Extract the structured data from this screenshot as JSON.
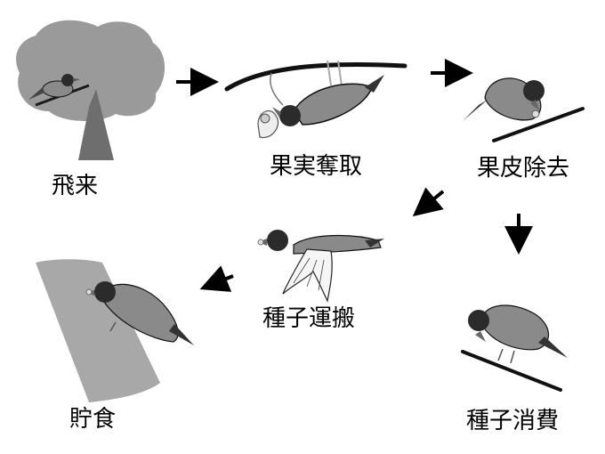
{
  "diagram": {
    "stages": [
      {
        "id": "arrival",
        "label": "飛来"
      },
      {
        "id": "fruit-taking",
        "label": "果実奪取"
      },
      {
        "id": "peel-removal",
        "label": "果皮除去"
      },
      {
        "id": "seed-transport",
        "label": "種子運搬"
      },
      {
        "id": "seed-consumption",
        "label": "種子消費"
      },
      {
        "id": "caching",
        "label": "貯食"
      }
    ],
    "flows": [
      {
        "from": "arrival",
        "to": "fruit-taking"
      },
      {
        "from": "fruit-taking",
        "to": "peel-removal"
      },
      {
        "from": "peel-removal",
        "to": "seed-transport"
      },
      {
        "from": "peel-removal",
        "to": "seed-consumption"
      },
      {
        "from": "seed-transport",
        "to": "caching"
      }
    ],
    "colors": {
      "tree_canopy": "#9a9a9a",
      "tree_trunk": "#6e6e6e",
      "bark": "#a8a8a8",
      "bird_head": "#2b2b2b",
      "bird_body": "#8a8a8a",
      "branch": "#1a1a1a"
    }
  }
}
